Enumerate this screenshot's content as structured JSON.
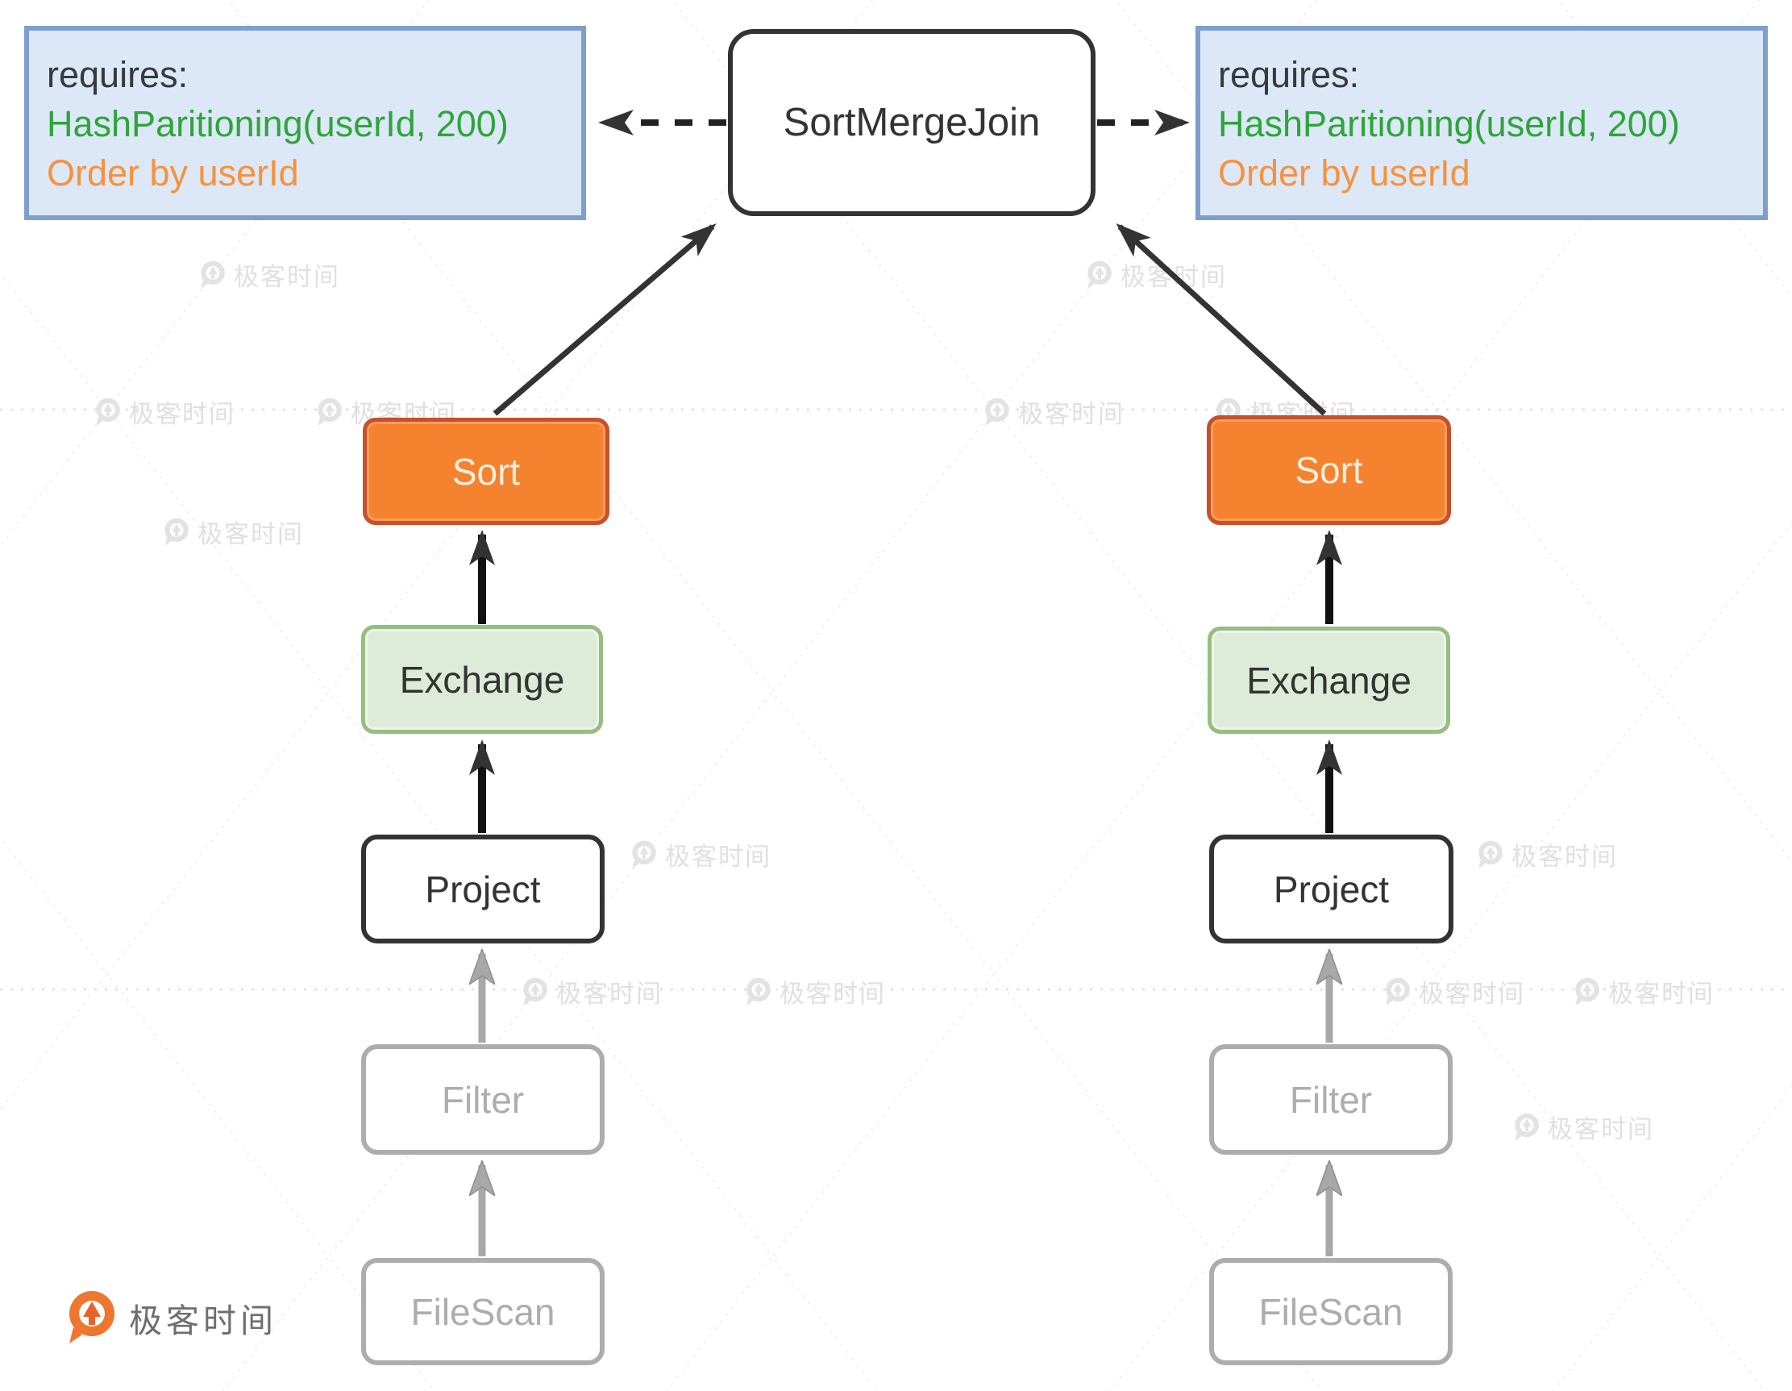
{
  "join_node": {
    "label": "SortMergeJoin"
  },
  "requirements": {
    "left": {
      "title": "requires:",
      "partition": "HashParitioning(userId, 200)",
      "order": "Order by userId"
    },
    "right": {
      "title": "requires:",
      "partition": "HashParitioning(userId, 200)",
      "order": "Order by userId"
    }
  },
  "branches": {
    "left": {
      "nodes": [
        {
          "label": "Sort"
        },
        {
          "label": "Exchange"
        },
        {
          "label": "Project"
        },
        {
          "label": "Filter"
        },
        {
          "label": "FileScan"
        }
      ]
    },
    "right": {
      "nodes": [
        {
          "label": "Sort"
        },
        {
          "label": "Exchange"
        },
        {
          "label": "Project"
        },
        {
          "label": "Filter"
        },
        {
          "label": "FileScan"
        }
      ]
    }
  },
  "watermark": {
    "text": "极客时间"
  },
  "logo": {
    "text": "极客时间"
  },
  "colors": {
    "dark": "#333333",
    "gray": "#ADADAD",
    "orange_fill": "#F5822F",
    "orange_border": "#C7502A",
    "green_fill": "#DFEBD9",
    "green_border": "#95BE80",
    "blue_fill": "#DCE8F8",
    "blue_border": "#7E9FCC",
    "green_text": "#2EA538",
    "orange_text": "#F6923B",
    "arrow_black": "#333333",
    "arrow_gray": "#A8A8A8"
  }
}
